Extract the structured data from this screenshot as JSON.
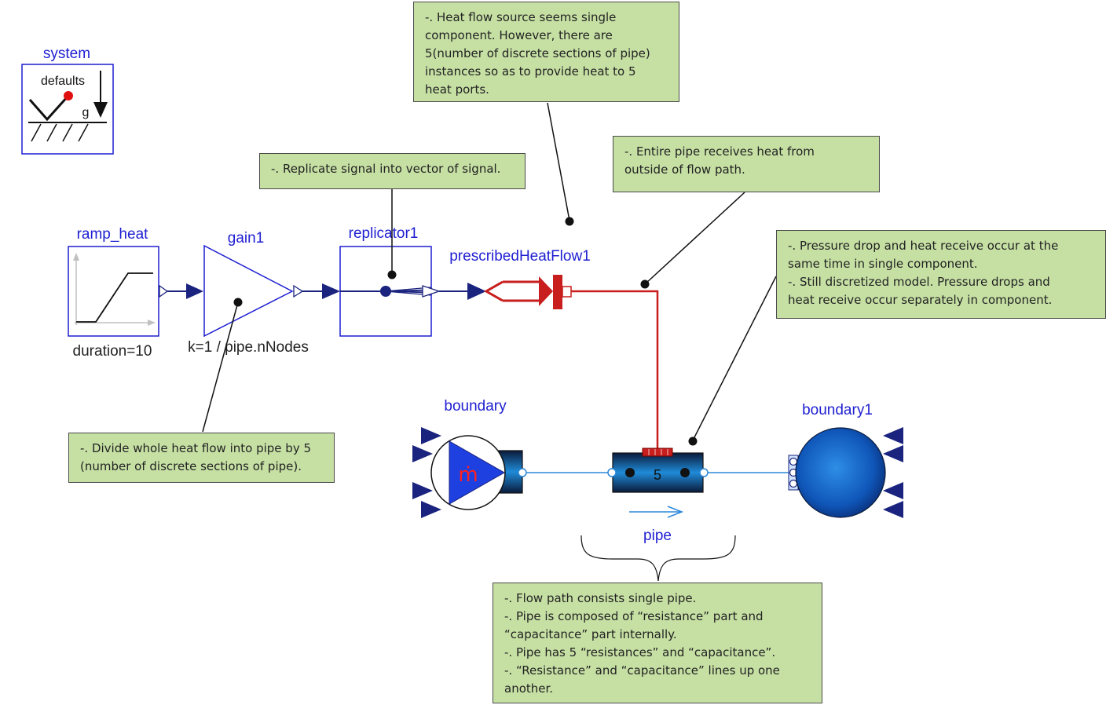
{
  "components": {
    "system": {
      "name": "system",
      "defaults": "defaults",
      "gravity": "g"
    },
    "ramp_heat": {
      "name": "ramp_heat",
      "param": "duration=10"
    },
    "gain1": {
      "name": "gain1",
      "param": "k=1 / pipe.nNodes"
    },
    "replicator1": {
      "name": "replicator1"
    },
    "prescribedHeatFlow1": {
      "name": "prescribedHeatFlow1"
    },
    "boundary": {
      "name": "boundary",
      "symbol": "ṁ"
    },
    "pipe": {
      "name": "pipe",
      "nodes": "5"
    },
    "boundary1": {
      "name": "boundary1"
    }
  },
  "notes": {
    "heat_source": [
      "-. Heat flow source seems single",
      "component. However, there are",
      "5(number of discrete sections of pipe)",
      "instances so as to provide heat to 5",
      "heat ports."
    ],
    "replicate": [
      "-. Replicate signal into vector of signal."
    ],
    "entire_pipe": [
      "-. Entire pipe receives heat from",
      "outside of flow path."
    ],
    "pressure_drop": [
      "-. Pressure drop and heat receive occur at the",
      "same time in single component.",
      "-. Still discretized model. Pressure drops and",
      "heat receive occur separately in component."
    ],
    "divide": [
      "-. Divide whole heat flow into pipe by 5",
      "(number of discrete sections of pipe)."
    ],
    "flow_path": [
      "-. Flow path consists single pipe.",
      "-. Pipe is composed of “resistance” part and",
      "“capacitance” part internally.",
      "-. Pipe has 5 “resistances” and “capacitance”.",
      "-. “Resistance” and “capacitance” lines up one",
      "another."
    ]
  },
  "colors": {
    "blue_label": "#1e1ed2",
    "connector_dark": "#1a237e",
    "heat_red": "#c81e1e",
    "fluid_line": "#2b88d8",
    "note_bg": "#c6e0a4"
  }
}
